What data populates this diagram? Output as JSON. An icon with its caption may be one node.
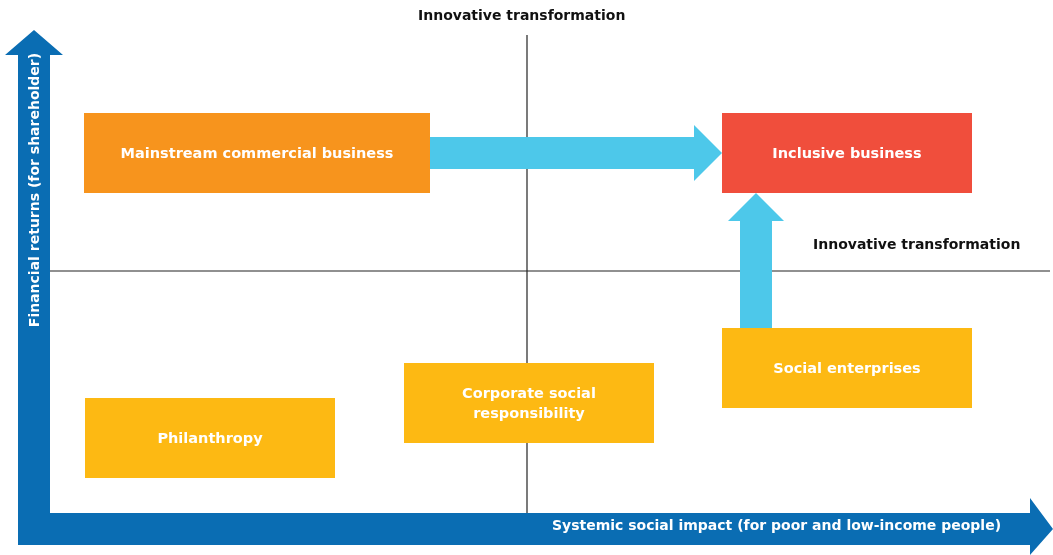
{
  "diagram": {
    "nodes": [
      {
        "text": [
          "Mainstream commercial business"
        ]
      },
      {
        "text": [
          "Inclusive business"
        ]
      },
      {
        "text": [
          "Social enterprises"
        ]
      },
      {
        "text": [
          "Corporate social responsibility"
        ]
      },
      {
        "text": [
          "Philanthropy"
        ]
      }
    ],
    "edges": [
      {
        "from": 0,
        "to": 1,
        "arrow": "to"
      },
      {
        "from": 2,
        "to": 1,
        "arrow": "to"
      }
    ],
    "labels": [
      "Innovative transformation",
      "Financial returns (for shareholder)",
      "Innovative transformation",
      "Systemic social impact (for poor and low-income people)"
    ]
  }
}
